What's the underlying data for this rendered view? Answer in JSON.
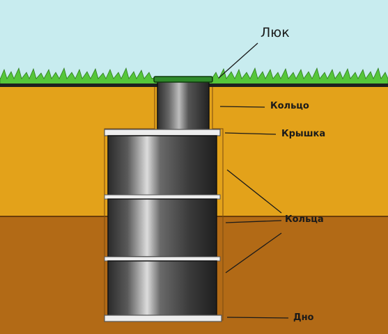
{
  "labels": {
    "hatch": "Люк",
    "top_ring": "Кольцо",
    "cover": "Крышка",
    "rings": "Кольца",
    "bottom": "Дно"
  },
  "colors": {
    "sky": "#c8ecef",
    "grass": "#55c63a",
    "soil_upper": "#e3a21a",
    "soil_lower": "#b26a16",
    "ring_dark": "#3c3c3c",
    "ring_highlight": "#d8d8d8",
    "slab": "#eeeeee",
    "hatch_lid": "#2f8a2a"
  }
}
